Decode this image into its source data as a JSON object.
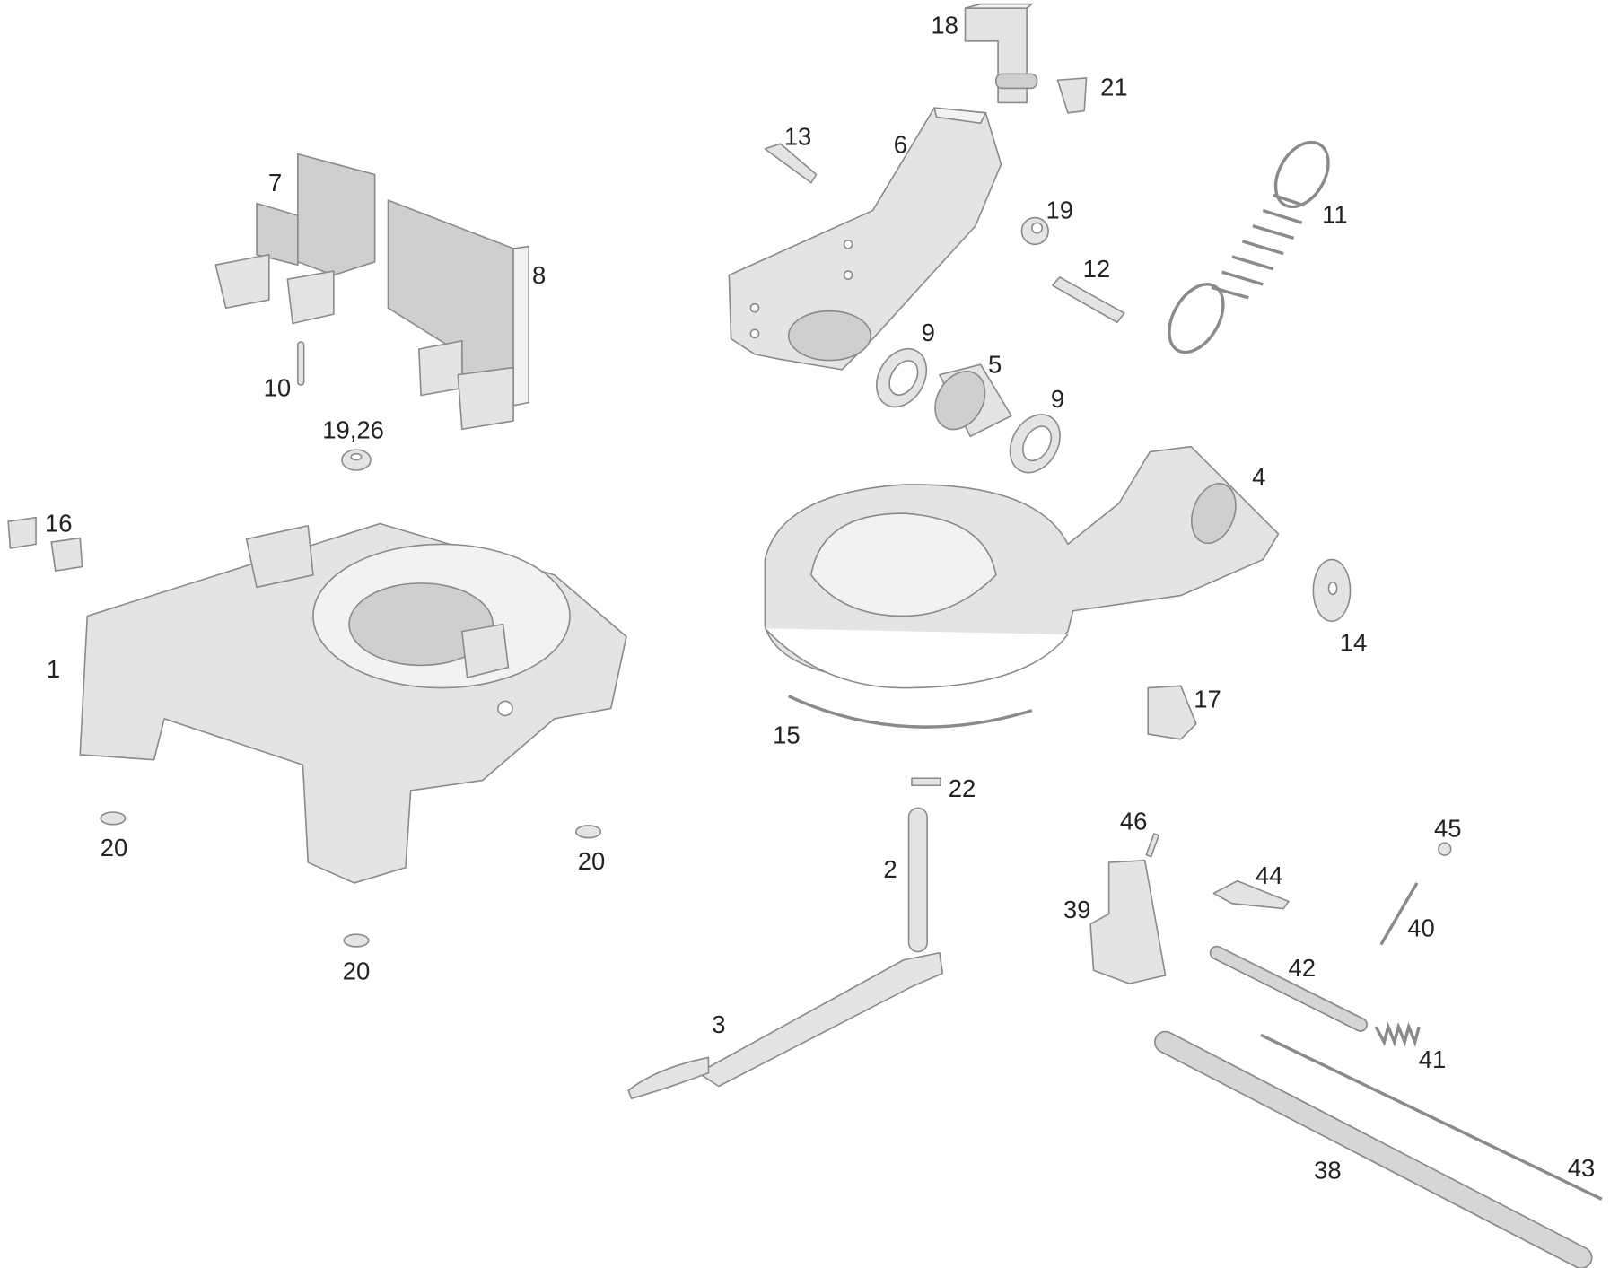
{
  "diagram": {
    "type": "exploded-parts-view",
    "labels": [
      "18",
      "21",
      "13",
      "6",
      "7",
      "19",
      "11",
      "8",
      "12",
      "9",
      "5",
      "10",
      "9",
      "19,26",
      "4",
      "16",
      "14",
      "1",
      "17",
      "15",
      "22",
      "20",
      "20",
      "46",
      "45",
      "2",
      "44",
      "39",
      "40",
      "20",
      "42",
      "3",
      "41",
      "38",
      "43"
    ]
  }
}
